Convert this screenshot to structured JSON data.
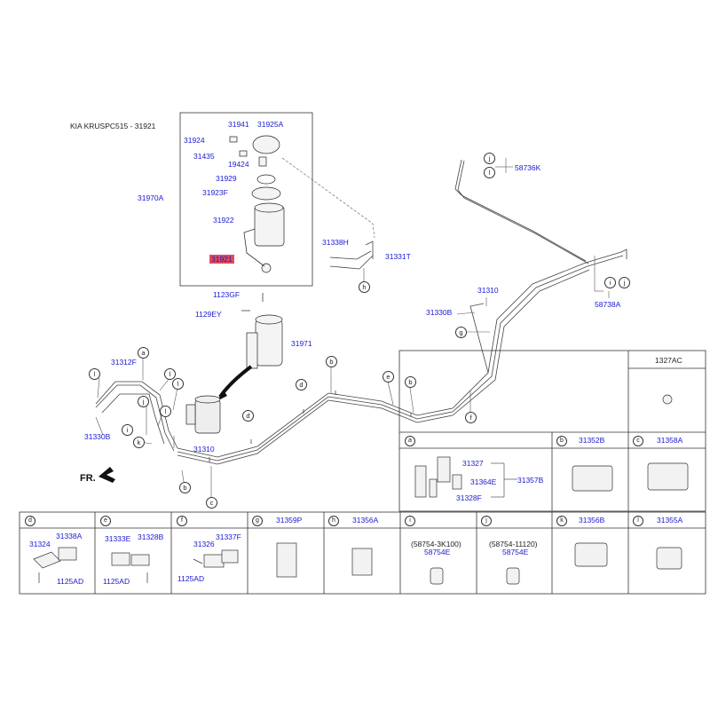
{
  "title": "KIA KRUSPC515 - 31921",
  "highlight_color": "#e04a5a",
  "label_color": "#1a1ad0",
  "fr_label": "FR.",
  "parts": {
    "p31941": "31941",
    "p31925A": "31925A",
    "p31924": "31924",
    "p31435": "31435",
    "p19424": "19424",
    "p31929": "31929",
    "p31923F": "31923F",
    "p31970A": "31970A",
    "p31922": "31922",
    "p31921": "31921",
    "p1123GF": "1123GF",
    "p1129EY": "1129EY",
    "p31971": "31971",
    "p31338H": "31338H",
    "p31331T": "31331T",
    "p58736K": "58736K",
    "p58738A": "58738A",
    "p31310_top": "31310",
    "p31330B_top": "31330B",
    "p31312F": "31312F",
    "p31330B_left": "31330B",
    "p31310_bottom": "31310"
  },
  "callouts": {
    "a": "a",
    "b": "b",
    "c": "c",
    "d": "d",
    "e": "e",
    "f": "f",
    "g": "g",
    "h": "h",
    "i": "i",
    "j": "j",
    "k": "k",
    "l": "l"
  },
  "table_top": {
    "c1327AC": "1327AC",
    "a_parts": [
      "31327",
      "31364E",
      "31357B",
      "31328F"
    ],
    "b_label": "31352B",
    "c_label": "31358A"
  },
  "table_bottom": [
    {
      "letter": "d",
      "parts": [
        "31338A",
        "31324",
        "1125AD"
      ]
    },
    {
      "letter": "e",
      "parts": [
        "31333E",
        "31328B",
        "1125AD"
      ]
    },
    {
      "letter": "f",
      "parts": [
        "31337F",
        "31326",
        "1125AD"
      ]
    },
    {
      "letter": "g",
      "parts": [
        "31359P"
      ]
    },
    {
      "letter": "h",
      "parts": [
        "31356A"
      ]
    },
    {
      "letter": "i",
      "parts": [
        "(58754-3K100)",
        "58754E"
      ]
    },
    {
      "letter": "j",
      "parts": [
        "(58754-11120)",
        "58754E"
      ]
    },
    {
      "letter": "k",
      "parts": [
        "31356B"
      ]
    },
    {
      "letter": "l",
      "parts": [
        "31355A"
      ]
    }
  ]
}
